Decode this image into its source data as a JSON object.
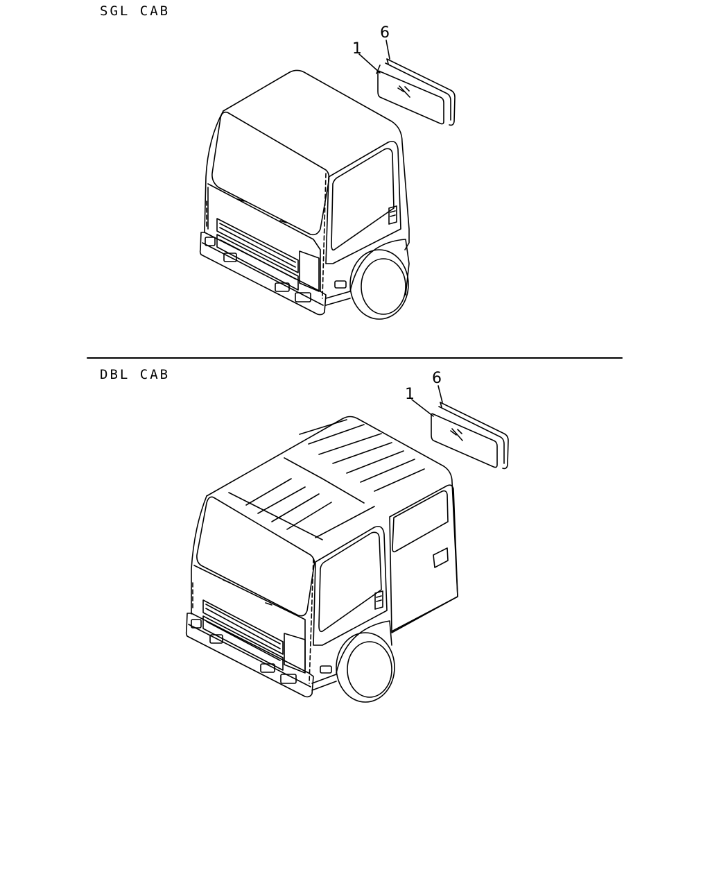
{
  "sections": [
    {
      "label": "SGL CAB",
      "callouts": [
        "1",
        "6"
      ]
    },
    {
      "label": "DBL CAB",
      "callouts": [
        "1",
        "6"
      ]
    }
  ],
  "colors": {
    "ink": "#000000",
    "paper": "#ffffff"
  }
}
